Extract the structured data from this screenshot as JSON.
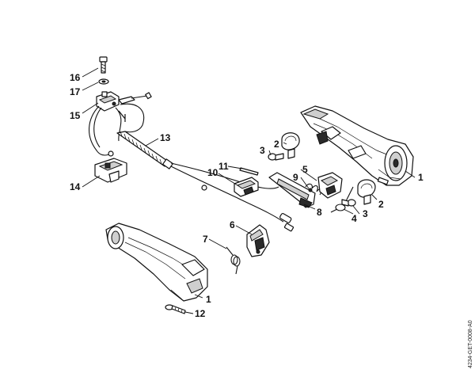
{
  "callouts": [
    {
      "id": "c1a",
      "label": "1"
    },
    {
      "id": "c1b",
      "label": "1"
    },
    {
      "id": "c2a",
      "label": "2"
    },
    {
      "id": "c2b",
      "label": "2"
    },
    {
      "id": "c3a",
      "label": "3"
    },
    {
      "id": "c3b",
      "label": "3"
    },
    {
      "id": "c4",
      "label": "4"
    },
    {
      "id": "c5",
      "label": "5"
    },
    {
      "id": "c6",
      "label": "6"
    },
    {
      "id": "c7",
      "label": "7"
    },
    {
      "id": "c8",
      "label": "8"
    },
    {
      "id": "c9",
      "label": "9"
    },
    {
      "id": "c10",
      "label": "10"
    },
    {
      "id": "c11",
      "label": "11"
    },
    {
      "id": "c12",
      "label": "12"
    },
    {
      "id": "c13",
      "label": "13"
    },
    {
      "id": "c14",
      "label": "14"
    },
    {
      "id": "c15",
      "label": "15"
    },
    {
      "id": "c16",
      "label": "16"
    },
    {
      "id": "c17",
      "label": "17"
    }
  ],
  "drawing_reference": "4234-GET-0008-A0"
}
